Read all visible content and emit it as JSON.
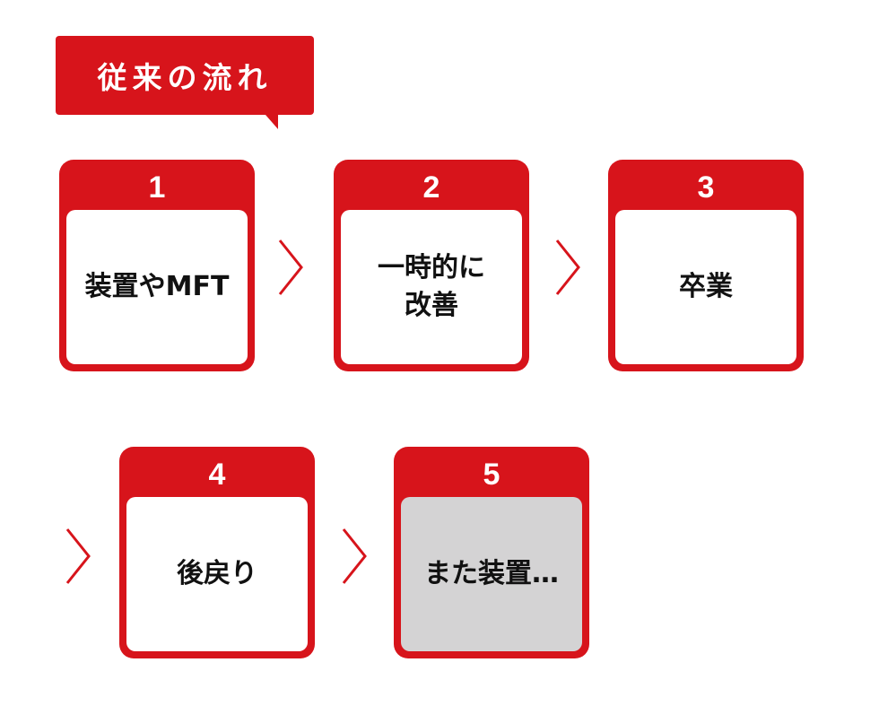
{
  "title": "従来の流れ",
  "steps": [
    {
      "number": "1",
      "label": "装置やMFT"
    },
    {
      "number": "2",
      "label": "一時的に\n改善"
    },
    {
      "number": "3",
      "label": "卒業"
    },
    {
      "number": "4",
      "label": "後戻り"
    },
    {
      "number": "5",
      "label": "また装置…"
    }
  ],
  "colors": {
    "accent": "#d7141b",
    "muted": "#d4d3d4"
  },
  "icons": {
    "connector": "chevron-right-icon"
  }
}
